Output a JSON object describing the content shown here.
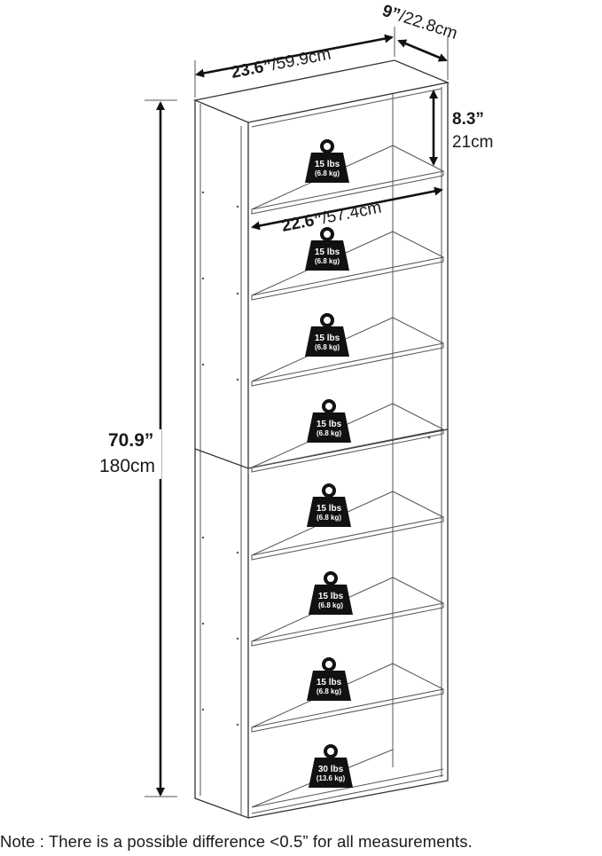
{
  "dimensions": {
    "width": {
      "imperial": "23.6”",
      "metric": "/59.9cm"
    },
    "depth": {
      "imperial": "9”",
      "metric": "/22.8cm"
    },
    "shelf_height": {
      "imperial": "8.3”",
      "metric": "21cm"
    },
    "inner_width": {
      "imperial": "22.6”",
      "metric": "/57.4cm"
    },
    "height": {
      "imperial": "70.9”",
      "metric": "180cm"
    }
  },
  "shelf_weights": [
    {
      "lbs": "15 lbs",
      "kg": "(6.8 kg)"
    },
    {
      "lbs": "15 lbs",
      "kg": "(6.8 kg)"
    },
    {
      "lbs": "15 lbs",
      "kg": "(6.8 kg)"
    },
    {
      "lbs": "15 lbs",
      "kg": "(6.8 kg)"
    },
    {
      "lbs": "15 lbs",
      "kg": "(6.8 kg)"
    },
    {
      "lbs": "15 lbs",
      "kg": "(6.8 kg)"
    },
    {
      "lbs": "15 lbs",
      "kg": "(6.8 kg)"
    },
    {
      "lbs": "30 lbs",
      "kg": "(13.6 kg)"
    }
  ],
  "note": "Note : There is a possible difference <0.5” for all measurements."
}
